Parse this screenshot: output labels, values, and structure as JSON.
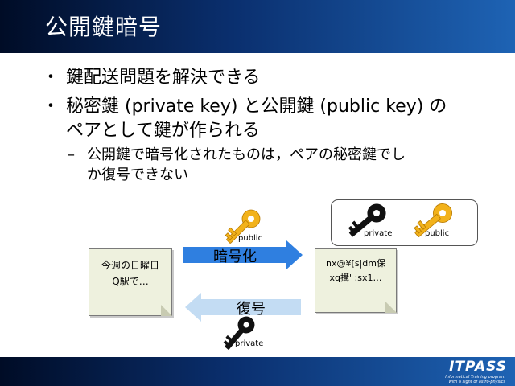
{
  "slide": {
    "title": "公開鍵暗号",
    "bullets": [
      {
        "marker": "・",
        "lines": [
          "鍵配送問題を解決できる"
        ]
      },
      {
        "marker": "・",
        "lines": [
          "秘密鍵 (private key) と公開鍵 (public key) の",
          "ペアとして鍵が作られる"
        ]
      }
    ],
    "sub_bullet": {
      "marker": "–",
      "lines": [
        "公開鍵で暗号化されたものは，ペアの秘密鍵でし",
        "か復号できない"
      ]
    }
  },
  "diagram": {
    "plaintext_lines": [
      "今週の日曜日",
      "Q駅で…"
    ],
    "ciphertext_lines": [
      "nx@¥[s|dm保",
      "xq搆' :sx1…"
    ],
    "encrypt_label": "暗号化",
    "decrypt_label": "復号",
    "public_key_label": "public",
    "private_key_label": "private",
    "box_private_label": "private",
    "box_public_label": "public",
    "colors": {
      "arrow_encrypt": "#2f7fe0",
      "arrow_decrypt": "#c3dcf3",
      "public_key": "#f2b21b",
      "private_key": "#111111"
    }
  },
  "footer": {
    "logo": "ITPASS",
    "logo_sub_lines": [
      "Informatical Training program",
      "with a sight of astro-physics"
    ]
  }
}
